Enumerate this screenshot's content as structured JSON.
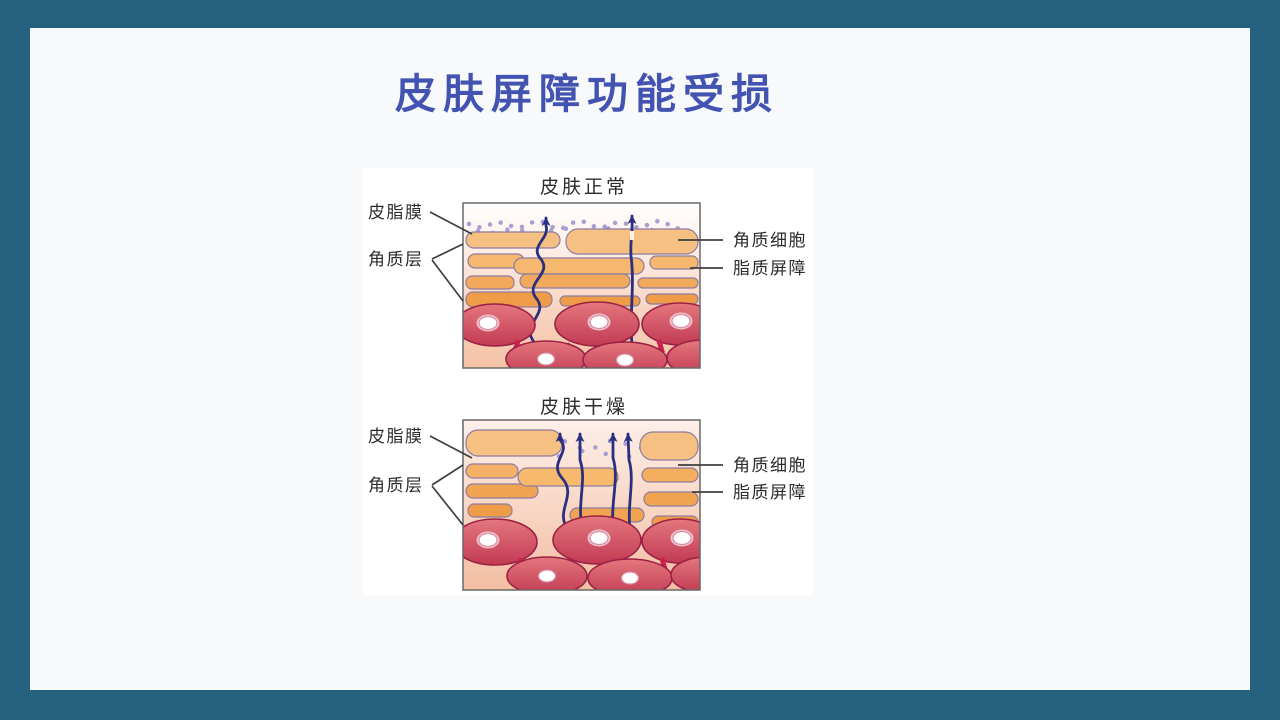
{
  "slide": {
    "title": "皮肤屏障功能受损"
  },
  "figure": {
    "panels": [
      {
        "title": "皮肤正常",
        "left_labels": [
          {
            "text": "皮脂膜"
          },
          {
            "text": "角质层"
          }
        ],
        "right_labels": [
          {
            "text": "角质细胞"
          },
          {
            "text": "脂质屏障"
          }
        ]
      },
      {
        "title": "皮肤干燥",
        "left_labels": [
          {
            "text": "皮脂膜"
          },
          {
            "text": "角质层"
          }
        ],
        "right_labels": [
          {
            "text": "角质细胞"
          },
          {
            "text": "脂质屏障"
          }
        ]
      }
    ]
  },
  "colors": {
    "slide_border": "#25607f",
    "slide_background": "#f8f9fa",
    "title_text": "#4253b2",
    "label_text": "#2c2c2c",
    "arrow": "#2b2f80",
    "sebum_dot": "#a79fd2",
    "corneocyte_light": "#f7c083",
    "corneocyte_dark": "#ee9c48",
    "skin_cell": "#c93e56",
    "cell_outline": "#9b2145"
  }
}
